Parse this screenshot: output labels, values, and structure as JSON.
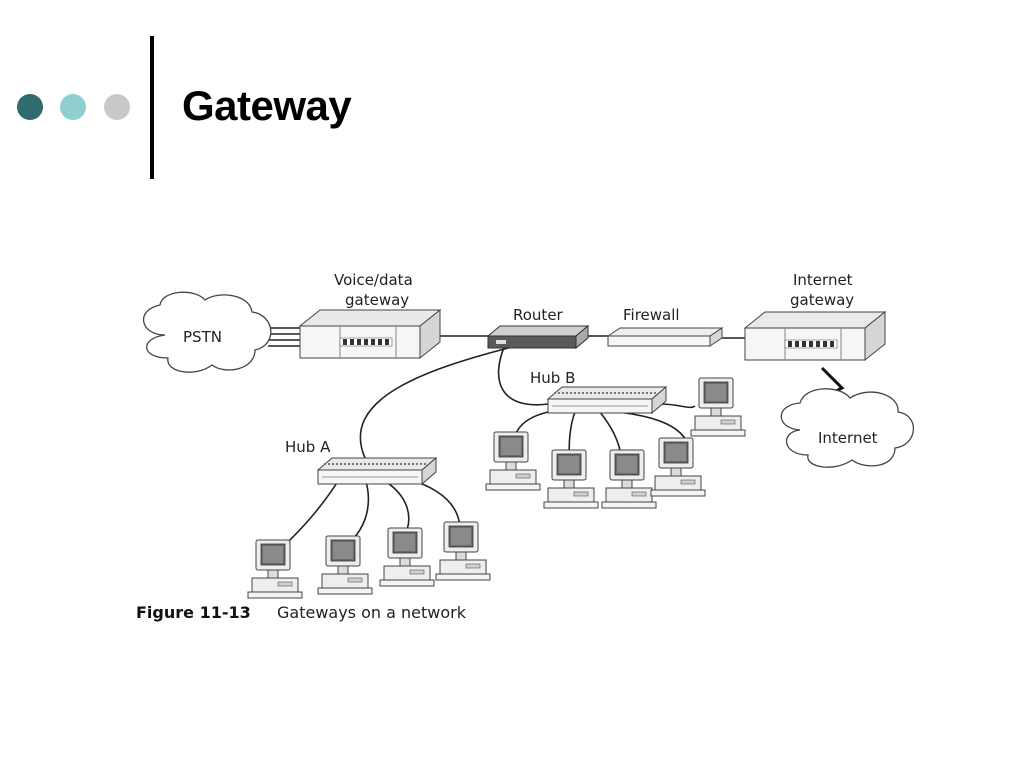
{
  "slide": {
    "title": "Gateway",
    "accent_colors": {
      "dot_dark": "#2f6b6f",
      "dot_mid": "#8fcfcf",
      "dot_light": "#c9c9c9"
    }
  },
  "diagram": {
    "nodes": {
      "pstn": "PSTN",
      "voice_gateway": [
        "Voice/data",
        "gateway"
      ],
      "router": "Router",
      "firewall": "Firewall",
      "internet_gateway": [
        "Internet",
        "gateway"
      ],
      "internet": "Internet",
      "hub_a": "Hub A",
      "hub_b": "Hub B"
    },
    "icons": [
      "cloud-icon",
      "gateway-device-icon",
      "router-icon",
      "firewall-icon",
      "hub-icon",
      "workstation-icon",
      "lightning-link-icon"
    ],
    "caption": {
      "number": "Figure 11-13",
      "text": "Gateways on a network"
    }
  }
}
